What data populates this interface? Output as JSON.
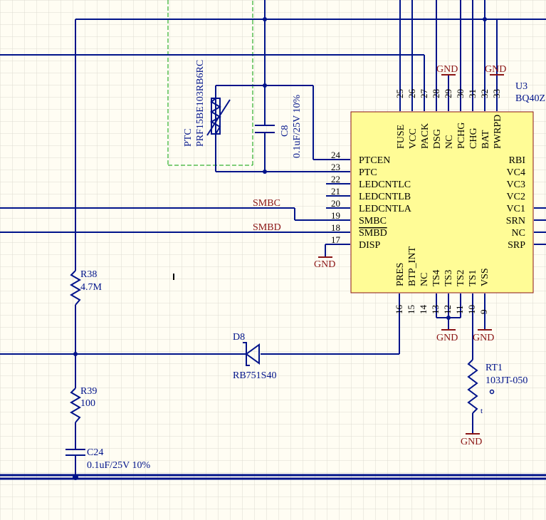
{
  "colors": {
    "background": "#fffdf3",
    "grid": "#dedbd0",
    "wire": "#00138a",
    "component_outline": "#00138a",
    "chip_fill": "#fffc96",
    "chip_border": "#8a1414",
    "net_label": "#8a1414",
    "power_port": "#8a1414",
    "designator": "#00138a",
    "pin_label": "#000000",
    "harness_dashed": "#00a000"
  },
  "chip": {
    "designator": "U3",
    "part": "BQ40Z",
    "top_pins": [
      {
        "num": "25",
        "name": "FUSE"
      },
      {
        "num": "26",
        "name": "VCC"
      },
      {
        "num": "27",
        "name": "PACK"
      },
      {
        "num": "28",
        "name": "DSG"
      },
      {
        "num": "29",
        "name": "NC"
      },
      {
        "num": "30",
        "name": "PCHG"
      },
      {
        "num": "31",
        "name": "CHG"
      },
      {
        "num": "32",
        "name": "BAT"
      },
      {
        "num": "33",
        "name": "PWRPD"
      }
    ],
    "left_pins": [
      {
        "num": "24",
        "name": "PTCEN"
      },
      {
        "num": "23",
        "name": "PTC"
      },
      {
        "num": "22",
        "name": "LEDCNTLC"
      },
      {
        "num": "21",
        "name": "LEDCNTLB"
      },
      {
        "num": "20",
        "name": "LEDCNTLA"
      },
      {
        "num": "19",
        "name": "SMBC"
      },
      {
        "num": "18",
        "name": "SMBD"
      },
      {
        "num": "17",
        "name": "DISP"
      }
    ],
    "right_pins": [
      "RBI",
      "VC4",
      "VC3",
      "VC2",
      "VC1",
      "SRN",
      "NC",
      "SRP"
    ],
    "bottom_pins": [
      {
        "num": "16",
        "name": "PRES"
      },
      {
        "num": "15",
        "name": "BTP_INT"
      },
      {
        "num": "14",
        "name": "NC"
      },
      {
        "num": "13",
        "name": "TS4"
      },
      {
        "num": "12",
        "name": "TS3"
      },
      {
        "num": "11",
        "name": "TS2"
      },
      {
        "num": "10",
        "name": "TS1"
      },
      {
        "num": "9",
        "name": "VSS"
      }
    ]
  },
  "net_labels": {
    "smbc": "SMBC",
    "smbd": "SMBD"
  },
  "power": {
    "gnd": "GND"
  },
  "components": {
    "ptc": {
      "designator": "PTC",
      "part": "PRF15BE103RB6RC"
    },
    "c8": {
      "designator": "C8",
      "value": "0.1uF/25V 10%"
    },
    "r38": {
      "designator": "R38",
      "value": "4.7M"
    },
    "r39": {
      "designator": "R39",
      "value": "100"
    },
    "c24": {
      "designator": "C24",
      "value": "0.1uF/25V 10%"
    },
    "d8": {
      "designator": "D8",
      "part": "RB751S40"
    },
    "rt1": {
      "designator": "RT1",
      "part": "103JT-050",
      "marker": "t"
    }
  }
}
